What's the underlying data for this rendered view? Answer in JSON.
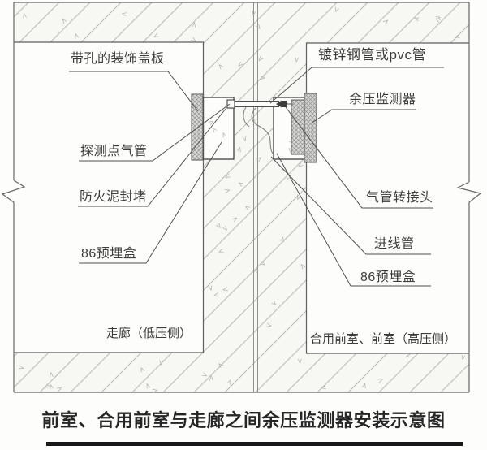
{
  "title": "前室、合用前室与走廊之间余压监测器安装示意图",
  "labels": {
    "cover_plate": "带孔的装饰盖板",
    "detection_tube": "探测点气管",
    "fire_mud_seal": "防火泥封堵",
    "embed_box_left": "86预埋盒",
    "galvanized_pipe": "镀锌钢管或pvc管",
    "pressure_monitor": "余压监测器",
    "tube_adapter": "气管转接头",
    "inlet_conduit": "进线管",
    "embed_box_right": "86预埋盒",
    "corridor_room": "走廊（低压侧）",
    "anteroom": "合用前室、前室（高压侧）"
  },
  "colors": {
    "line": "#4f4f4f",
    "wall_hatch": "#b9b9b3",
    "component_hatch": "#909090",
    "text": "#3b3b3b",
    "title_bar": "#161616",
    "background": "#fdfdfb"
  }
}
